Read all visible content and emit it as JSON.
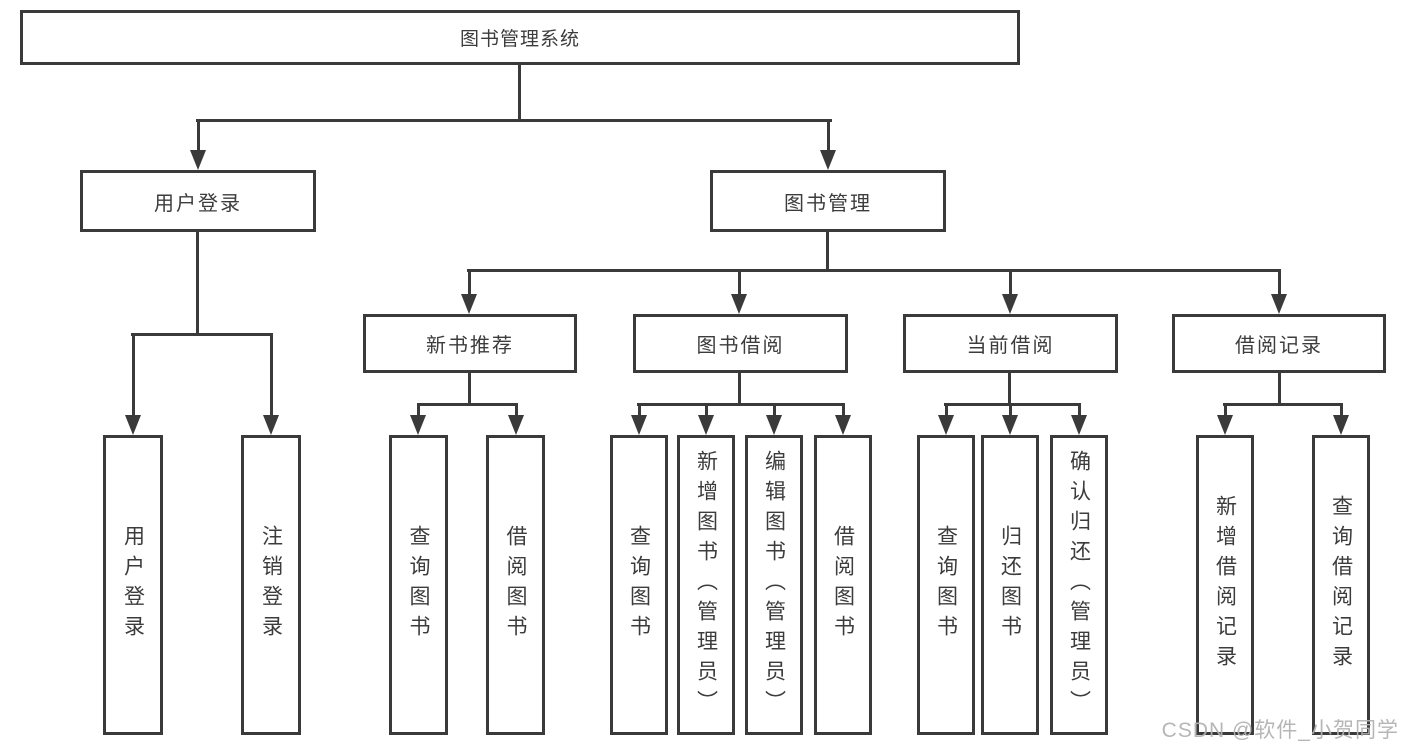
{
  "tree": {
    "root": "图书管理系统",
    "level2": {
      "user_login": "用户登录",
      "book_manage": "图书管理"
    },
    "level3": {
      "recommend": "新书推荐",
      "borrow": "图书借阅",
      "current": "当前借阅",
      "records": "借阅记录"
    },
    "leaves": {
      "user_login": [
        "用户登录",
        "注销登录"
      ],
      "recommend": [
        "查询图书",
        "借阅图书"
      ],
      "borrow": [
        "查询图书",
        "新增图书（管理员）",
        "编辑图书（管理员）",
        "借阅图书"
      ],
      "current": [
        "查询图书",
        "归还图书",
        "确认归还（管理员）"
      ],
      "records": [
        "新增借阅记录",
        "查询借阅记录"
      ]
    }
  },
  "watermark": "CSDN @软件_小贺同学",
  "colors": {
    "line": "#3a3a3a",
    "text": "#3c3c3c",
    "box_background": "#ffffff",
    "page_background": "#ffffff",
    "watermark": "#b2b2b2"
  }
}
